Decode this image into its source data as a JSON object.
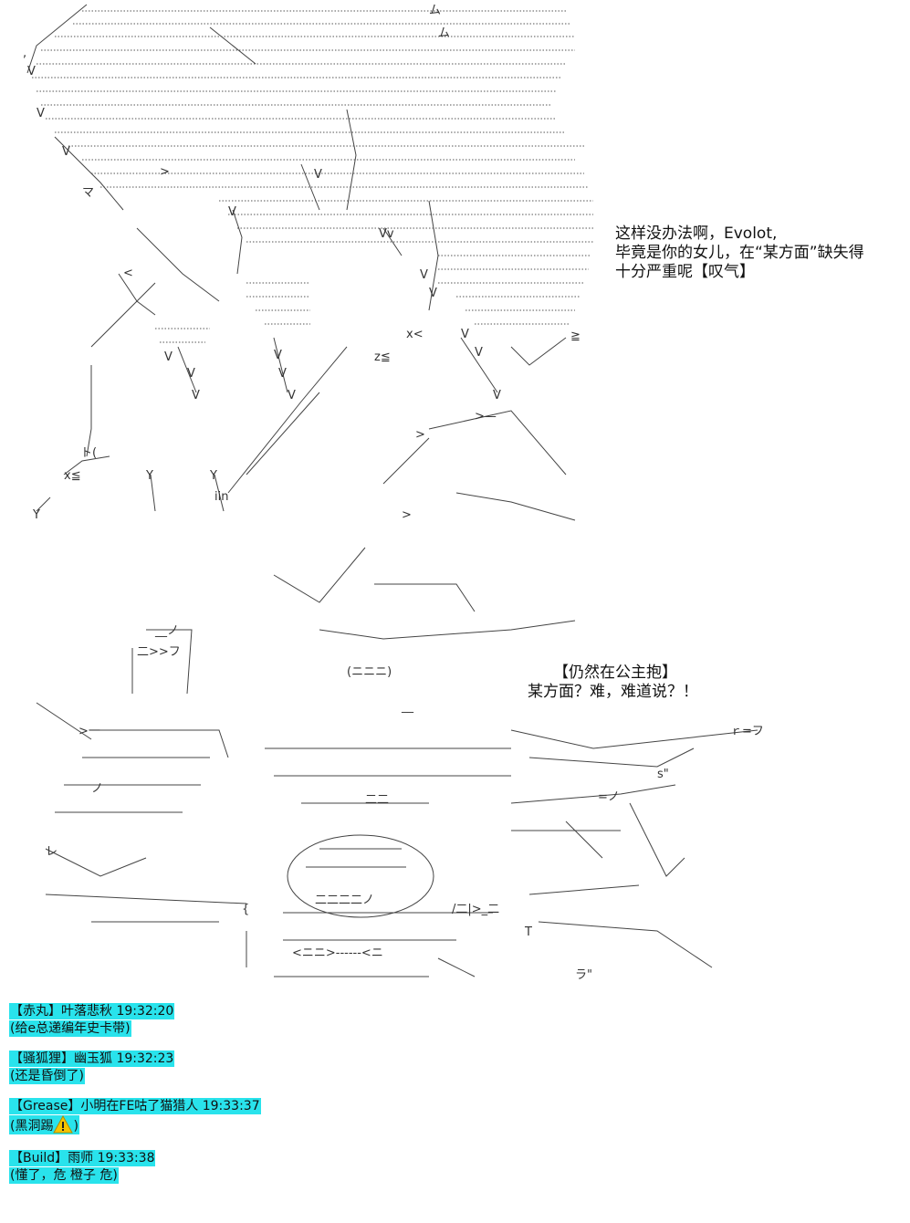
{
  "captions": {
    "top_lines": [
      "这样没办法啊，Evolot,",
      "毕竟是你的女儿，在“某方面”缺失得",
      "十分严重呢【叹气】"
    ],
    "mid_lines": [
      "【仍然在公主抱】",
      "某方面？难，难道说？！"
    ]
  },
  "chat": {
    "messages": [
      {
        "header": "【赤丸】叶落悲秋 19:32:20",
        "body": "(给e总递编年史卡带)"
      },
      {
        "header": "【骚狐狸】幽玉狐 19:32:23",
        "body": "(还是昏倒了)"
      },
      {
        "header": "【Grease】小明在FE咕了猫猎人 19:33:37",
        "body_pre": "(黑洞踢",
        "body_icon": "warning-icon",
        "body_post": ")"
      },
      {
        "header": "【Build】雨师 19:33:38",
        "body": "(懂了，危 橙子 危)"
      }
    ],
    "highlight_color": "#29e3ec"
  }
}
